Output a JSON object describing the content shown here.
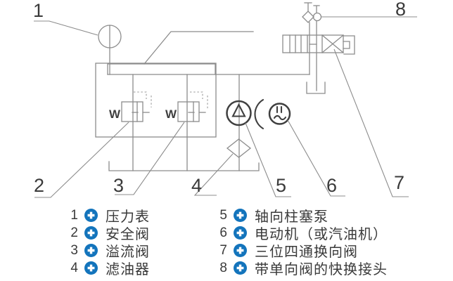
{
  "colors": {
    "pipe_line": "#8c8c8c",
    "symbol_line": "#3f3f3f",
    "accent_blue": "#1374bc",
    "text": "#3a3a3a"
  },
  "diagram": {
    "spring_label": "W",
    "callouts": [
      {
        "label": "1"
      },
      {
        "label": "2"
      },
      {
        "label": "3"
      },
      {
        "label": "4"
      },
      {
        "label": "5"
      },
      {
        "label": "6"
      },
      {
        "label": "7"
      },
      {
        "label": "8"
      }
    ]
  },
  "legend": {
    "left": [
      {
        "num": "1",
        "label": "压力表"
      },
      {
        "num": "2",
        "label": "安全阀"
      },
      {
        "num": "3",
        "label": "溢流阀"
      },
      {
        "num": "4",
        "label": "滤油器"
      }
    ],
    "right": [
      {
        "num": "5",
        "label": "轴向柱塞泵"
      },
      {
        "num": "6",
        "label": "电动机（或汽油机）"
      },
      {
        "num": "7",
        "label": "三位四通换向阀"
      },
      {
        "num": "8",
        "label": "带单向阀的快换接头"
      }
    ]
  }
}
